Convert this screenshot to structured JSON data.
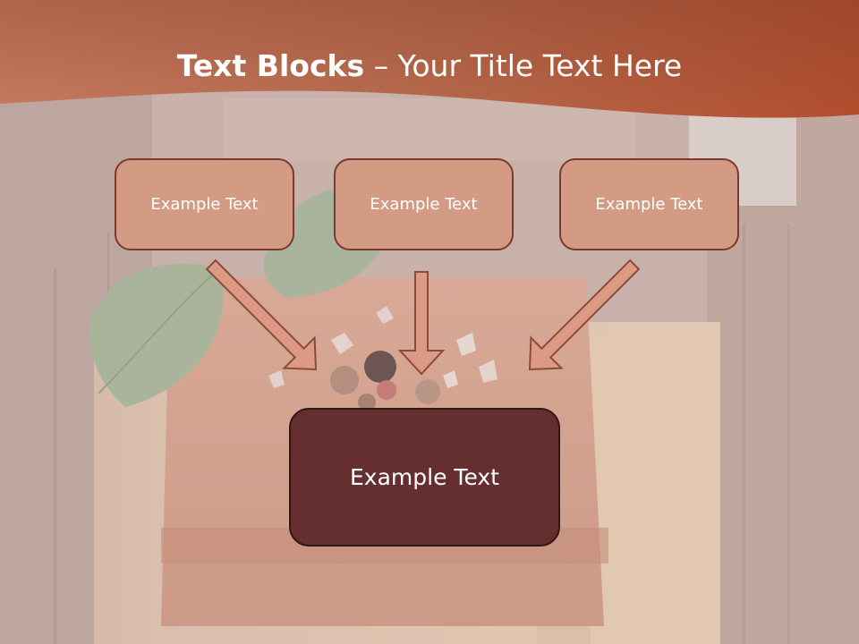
{
  "slide": {
    "title_bold": "Text Blocks",
    "title_sep": " – ",
    "title_rest": "Your Title Text Here"
  },
  "blocks": [
    {
      "label": "Example Text"
    },
    {
      "label": "Example Text"
    },
    {
      "label": "Example Text"
    }
  ],
  "main_block": {
    "label": "Example Text"
  },
  "colors": {
    "header": "#b35c40",
    "block_fill": "#d39a84",
    "block_border": "#7b3a2b",
    "main_fill": "#652f2f",
    "arrow_fill": "#dc9a84"
  }
}
